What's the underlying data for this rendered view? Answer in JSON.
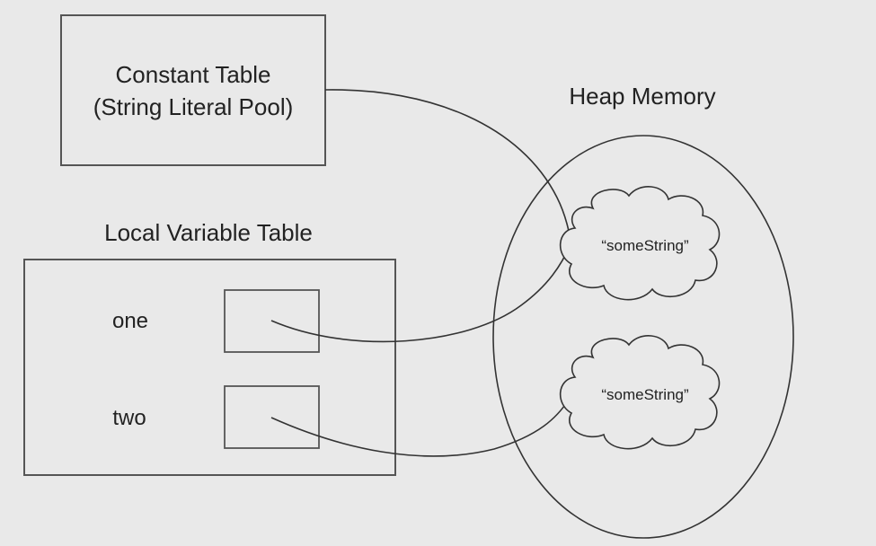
{
  "constant_table": {
    "line1": "Constant Table",
    "line2": "(String Literal Pool)"
  },
  "local_variable_table": {
    "title": "Local Variable Table",
    "variables": [
      "one",
      "two"
    ]
  },
  "heap": {
    "title": "Heap Memory",
    "objects": [
      "“someString”",
      "“someString”"
    ]
  },
  "colors": {
    "background": "#e9e9e9",
    "stroke": "#333333"
  }
}
